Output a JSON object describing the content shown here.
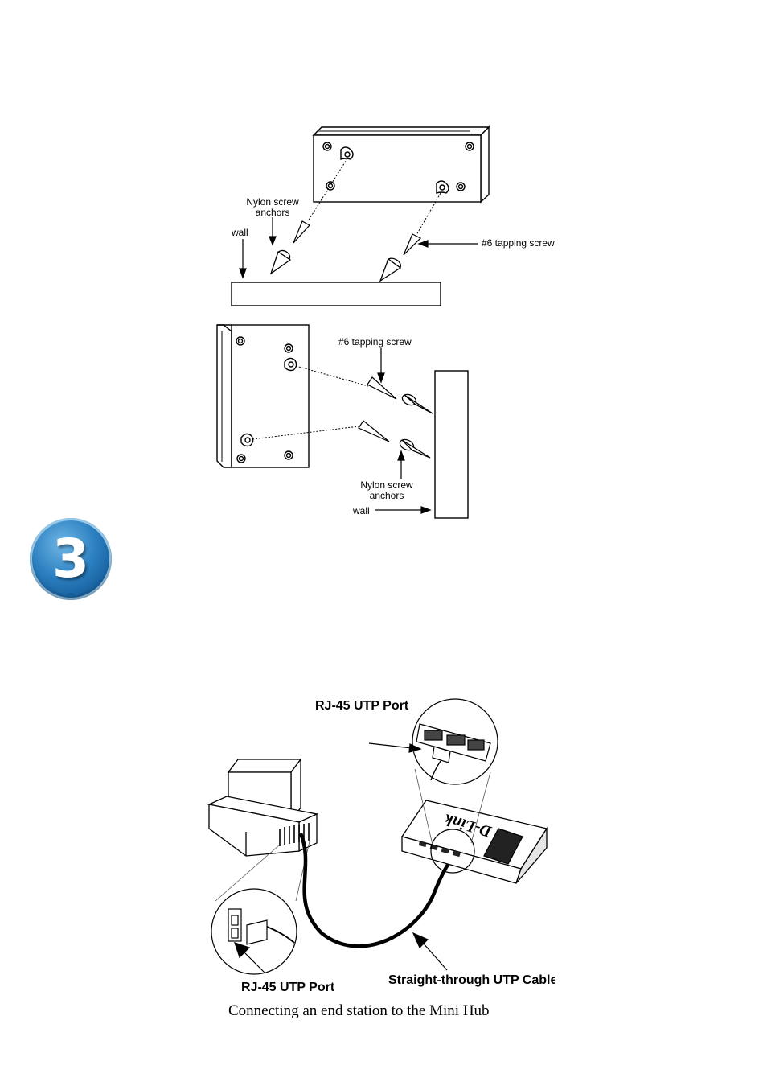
{
  "fig1": {
    "nylon_label": "Nylon screw\nanchors",
    "wall_label": "wall",
    "screw_label": "#6 tapping screw"
  },
  "fig2": {
    "screw_label": "#6 tapping screw",
    "nylon_label": "Nylon screw\nanchors",
    "wall_label": "wall"
  },
  "step": {
    "number": "3"
  },
  "fig3": {
    "rj45_top": "RJ-45 UTP Port",
    "rj45_bottom": "RJ-45 UTP Port",
    "cable": "Straight-through UTP Cable",
    "logo": "D-Link",
    "caption": "Connecting an end station to the Mini Hub"
  }
}
